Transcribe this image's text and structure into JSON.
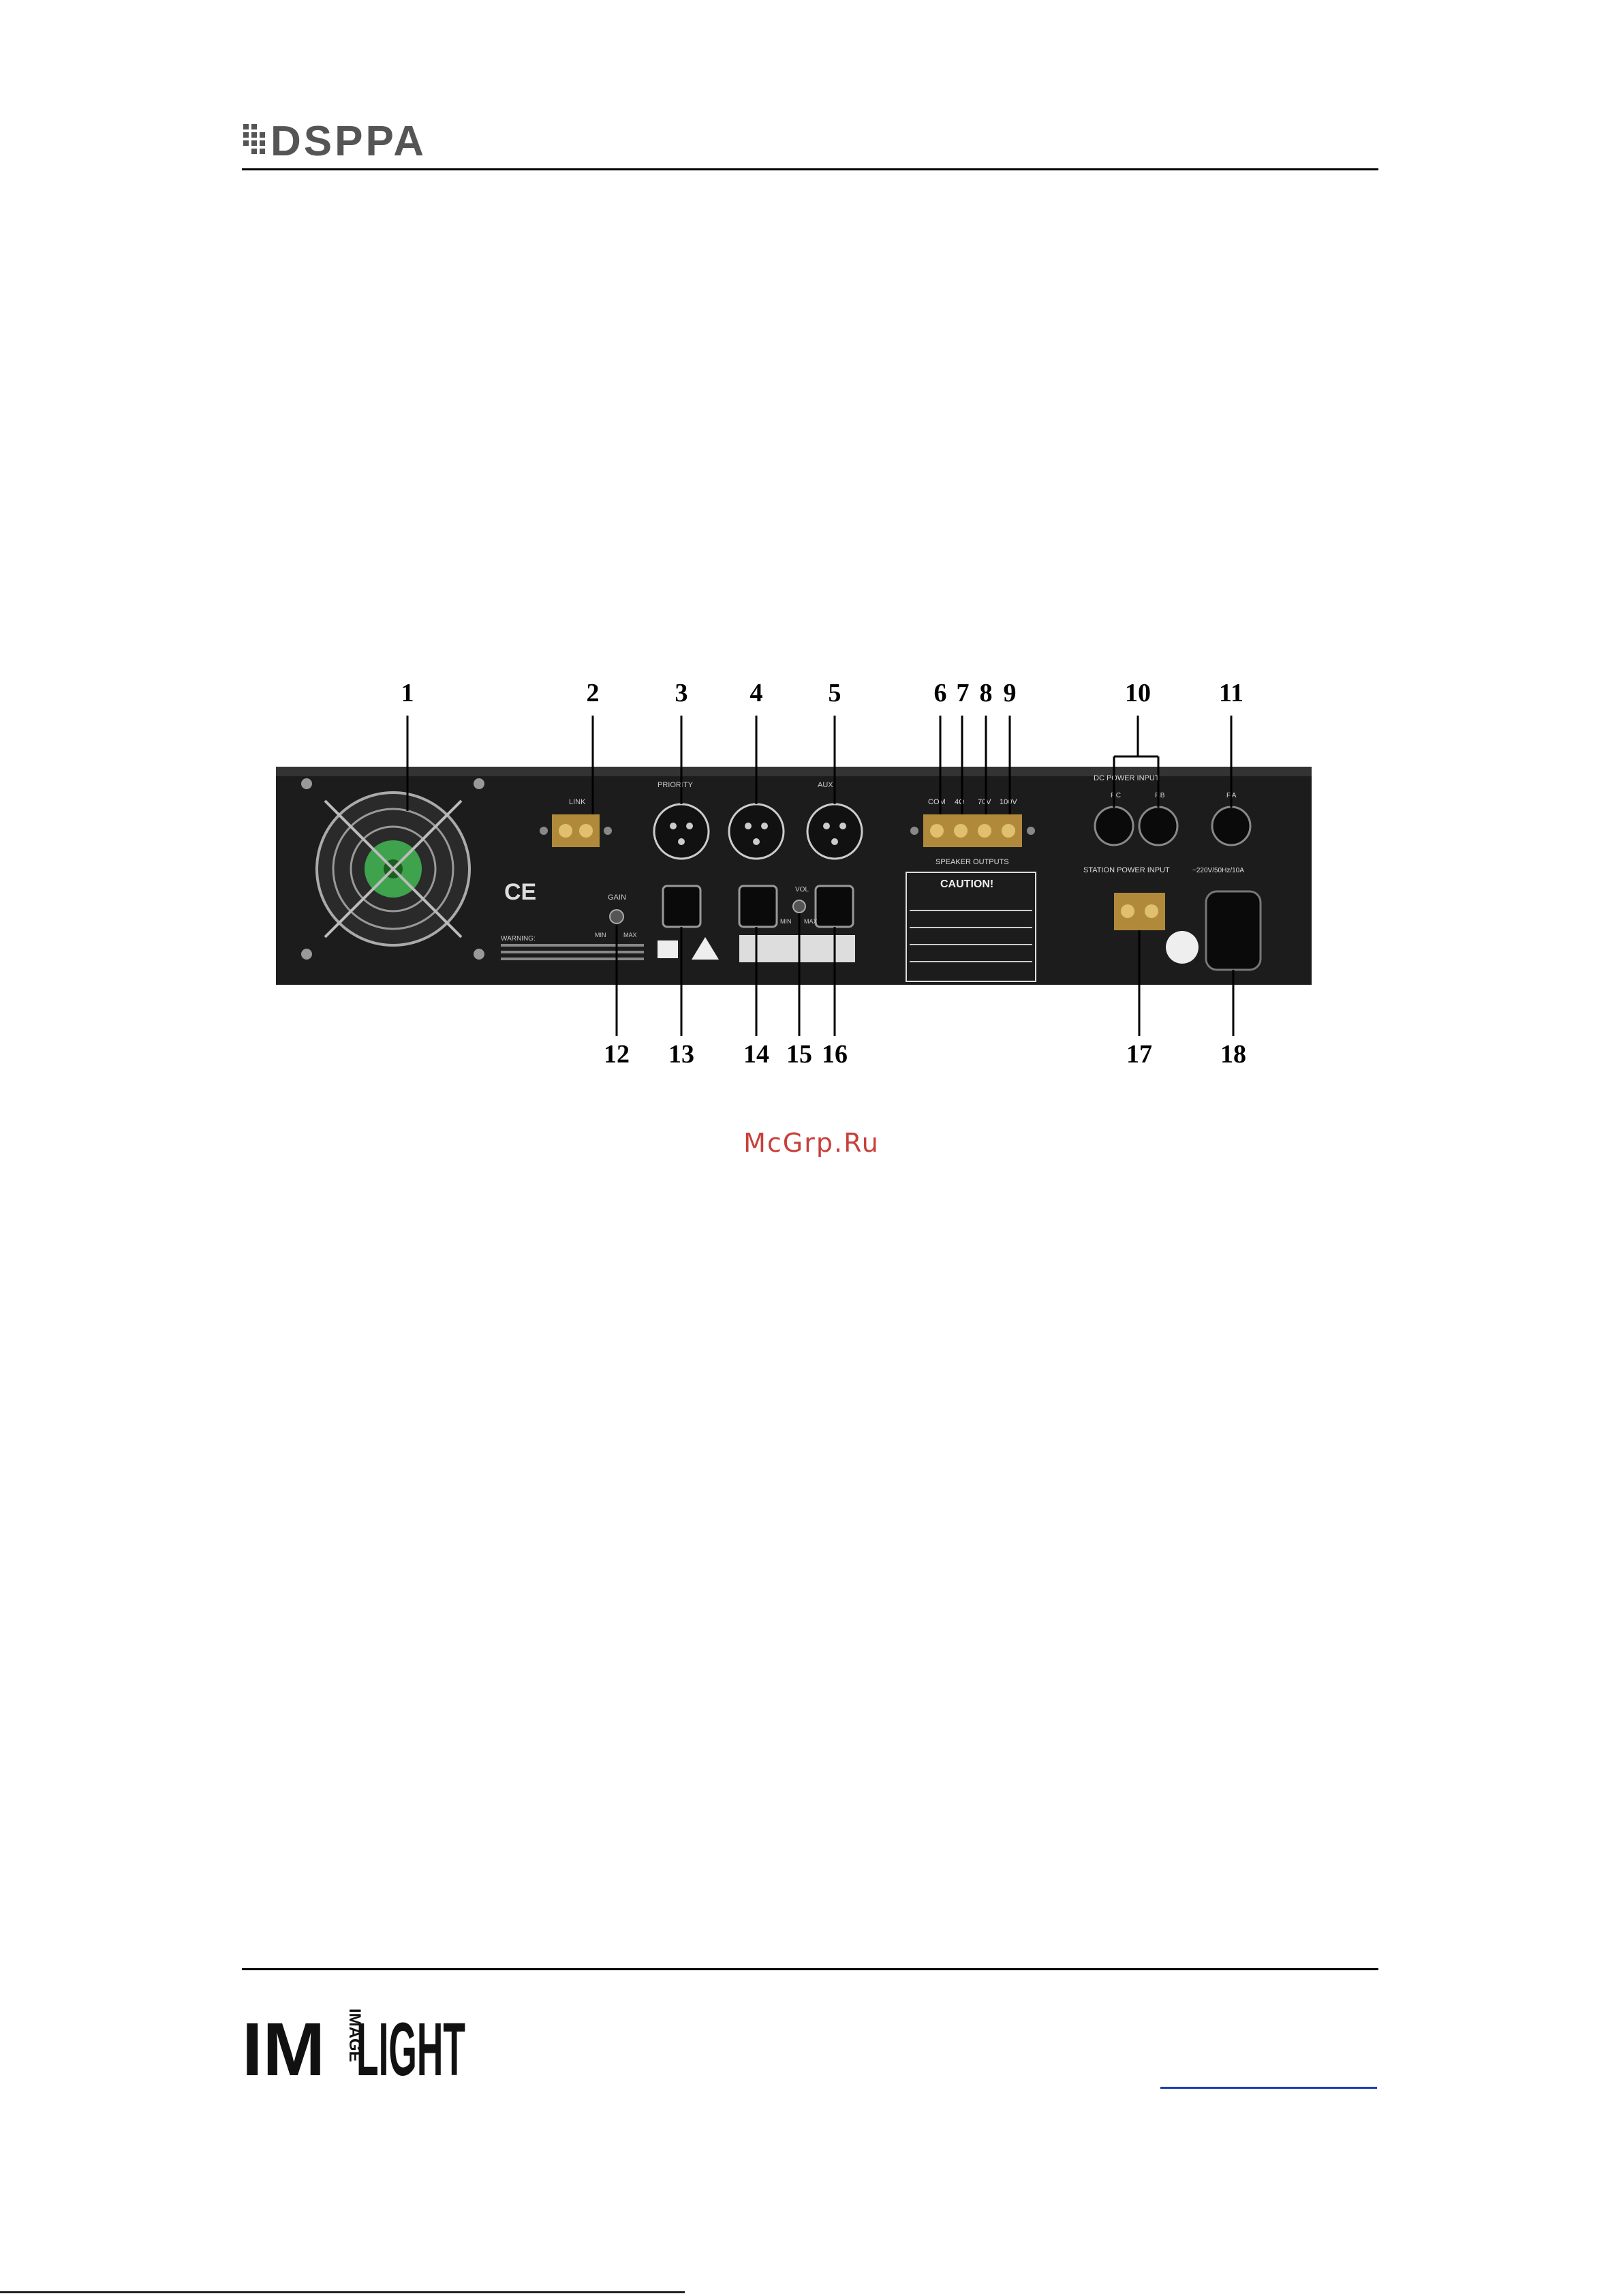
{
  "header": {
    "logo_text": "DSPPA"
  },
  "figure": {
    "callouts_top": [
      "1",
      "2",
      "3",
      "4",
      "5",
      "6",
      "7",
      "8",
      "9",
      "10",
      "11"
    ],
    "callouts_bottom": [
      "12",
      "13",
      "14",
      "15",
      "16",
      "17",
      "18"
    ],
    "panel_labels": {
      "link": "LINK",
      "priority": "PRIORITY",
      "aux": "AUX",
      "com": "COM",
      "ohm": "4Ω",
      "v70": "70V",
      "v100": "100V",
      "speaker_outputs": "SPEAKER OUTPUTS",
      "dc_power_input": "DC POWER INPUT",
      "fc": "F.C",
      "fb": "F.B",
      "fa": "F.A",
      "gain": "GAIN",
      "vol": "VOL",
      "min": "MIN",
      "max": "MAX",
      "caution": "CAUTION!",
      "station_power_input": "STATION POWER INPUT",
      "ac_input": "~220V/50Hz/10A",
      "ce": "CE",
      "warning": "WARNING:"
    }
  },
  "watermark": "McGrp.Ru",
  "footer": {
    "logo_text_left": "IM",
    "logo_text_mid": "IMAGE",
    "logo_text_right": "LIGHT"
  }
}
